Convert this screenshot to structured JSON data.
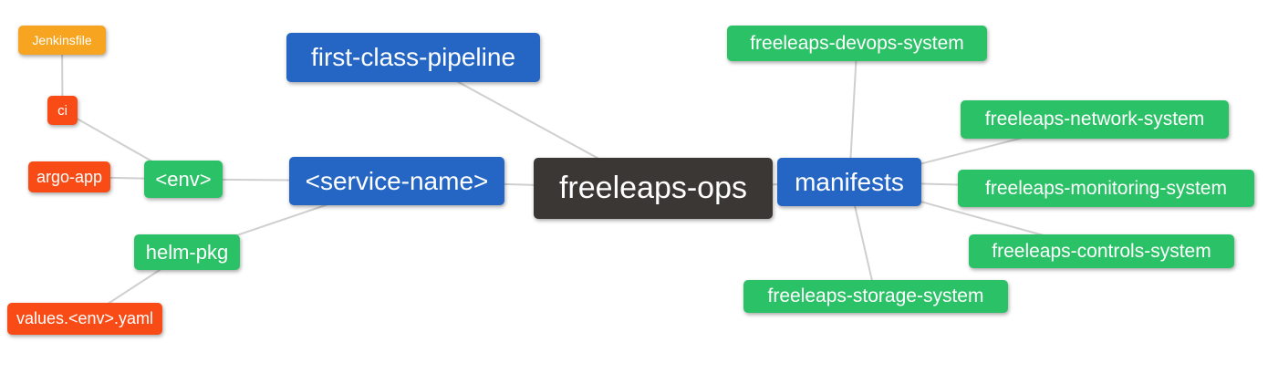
{
  "page": {
    "background": "#ffffff"
  },
  "palette": {
    "root": "#3B3734",
    "blue": "#2566C4",
    "green": "#2BC167",
    "orange": "#F7A521",
    "red": "#F94B16",
    "edge_line": "#CFCFCF",
    "node_text": "#FFFFFF"
  },
  "diagram": {
    "type": "mindmap",
    "root_label": "freeleaps-ops",
    "nodes": [
      {
        "id": "freeleaps-ops",
        "label": "freeleaps-ops",
        "color": "root"
      },
      {
        "id": "first-class-pipeline",
        "label": "first-class-pipeline",
        "color": "blue"
      },
      {
        "id": "service-name",
        "label": "<service-name>",
        "color": "blue"
      },
      {
        "id": "manifests",
        "label": "manifests",
        "color": "blue"
      },
      {
        "id": "env",
        "label": "<env>",
        "color": "green"
      },
      {
        "id": "helm-pkg",
        "label": "helm-pkg",
        "color": "green"
      },
      {
        "id": "ci",
        "label": "ci",
        "color": "red"
      },
      {
        "id": "argo-app",
        "label": "argo-app",
        "color": "red"
      },
      {
        "id": "jenkinsfile",
        "label": "Jenkinsfile",
        "color": "orange"
      },
      {
        "id": "values-env-yaml",
        "label": "values.<env>.yaml",
        "color": "red"
      },
      {
        "id": "freeleaps-devops-system",
        "label": "freeleaps-devops-system",
        "color": "green"
      },
      {
        "id": "freeleaps-network-system",
        "label": "freeleaps-network-system",
        "color": "green"
      },
      {
        "id": "freeleaps-monitoring-system",
        "label": "freeleaps-monitoring-system",
        "color": "green"
      },
      {
        "id": "freeleaps-controls-system",
        "label": "freeleaps-controls-system",
        "color": "green"
      },
      {
        "id": "freeleaps-storage-system",
        "label": "freeleaps-storage-system",
        "color": "green"
      }
    ],
    "edges": [
      [
        "jenkinsfile",
        "ci"
      ],
      [
        "ci",
        "env"
      ],
      [
        "argo-app",
        "env"
      ],
      [
        "env",
        "service-name"
      ],
      [
        "helm-pkg",
        "service-name"
      ],
      [
        "values-env-yaml",
        "helm-pkg"
      ],
      [
        "first-class-pipeline",
        "freeleaps-ops"
      ],
      [
        "service-name",
        "freeleaps-ops"
      ],
      [
        "freeleaps-ops",
        "manifests"
      ],
      [
        "manifests",
        "freeleaps-devops-system"
      ],
      [
        "manifests",
        "freeleaps-network-system"
      ],
      [
        "manifests",
        "freeleaps-monitoring-system"
      ],
      [
        "manifests",
        "freeleaps-controls-system"
      ],
      [
        "manifests",
        "freeleaps-storage-system"
      ]
    ]
  }
}
